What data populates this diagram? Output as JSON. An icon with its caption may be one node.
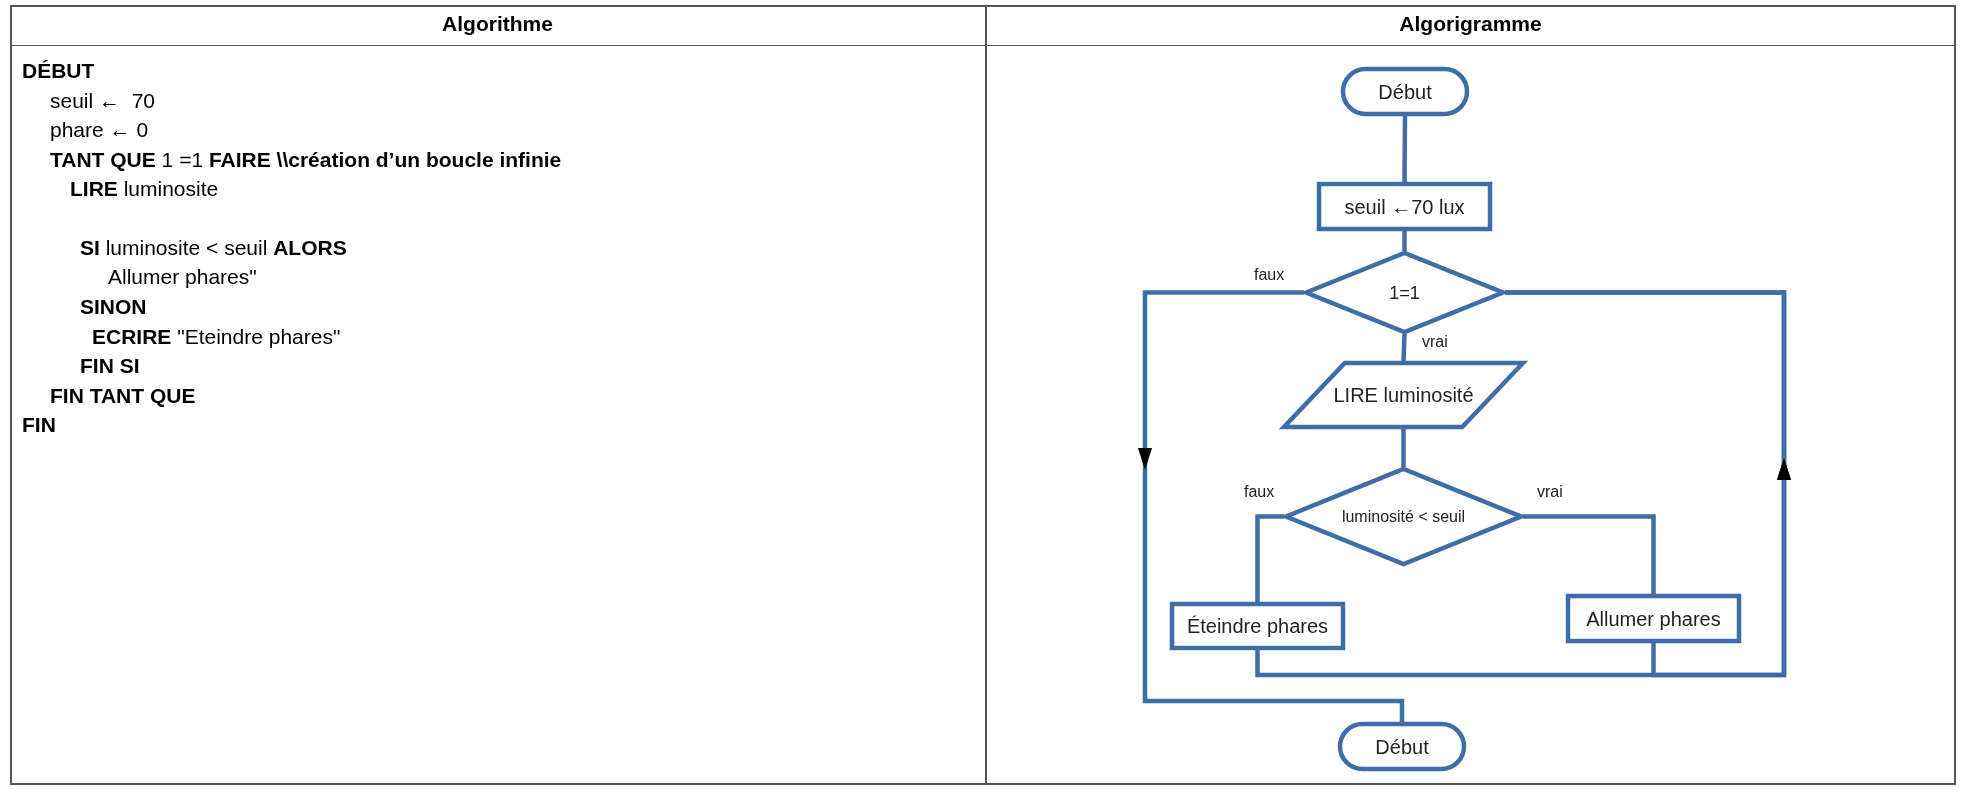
{
  "diagram": {
    "nodes": [
      {
        "text": [
          "Début"
        ]
      },
      {
        "text": [
          "seuil ←70 lux"
        ]
      },
      {
        "text": [
          "1=1"
        ]
      },
      {
        "text": [
          "LIRE luminosité"
        ]
      },
      {
        "text": [
          "luminosité < seuil"
        ]
      },
      {
        "text": [
          "Éteindre phares"
        ]
      },
      {
        "text": [
          "Allumer phares"
        ]
      },
      {
        "text": [
          "Début"
        ]
      }
    ],
    "edges": [
      {
        "from": 0,
        "to": 1,
        "arrow": "none"
      },
      {
        "from": 1,
        "to": 2,
        "arrow": "none"
      },
      {
        "from": 2,
        "to": 3,
        "arrow": "none",
        "label": "vrai"
      },
      {
        "from": 2,
        "to": 7,
        "arrow": "to",
        "label": "faux"
      },
      {
        "from": 3,
        "to": 4,
        "arrow": "none"
      },
      {
        "from": 4,
        "to": 5,
        "arrow": "none",
        "label": "faux"
      },
      {
        "from": 4,
        "to": 6,
        "arrow": "none",
        "label": "vrai"
      },
      {
        "from": 5,
        "to": 2,
        "arrow": "to"
      },
      {
        "from": 6,
        "to": 2,
        "arrow": "to"
      }
    ],
    "labels": [
      "Algorithme",
      "Algorigramme",
      "DÉBUT",
      "seuil ←  70",
      "phare ← 0",
      "**TANT QUE** 1 =1 **FAIRE \\\\création d’un boucle infinie**",
      "**LIRE** luminosite",
      "**SI** luminosite < seuil **ALORS**",
      "Allumer phares\"",
      "SINON",
      "**ECRIRE** \"Eteindre phares\"",
      "FIN SI",
      "FIN TANT QUE",
      "FIN"
    ]
  }
}
